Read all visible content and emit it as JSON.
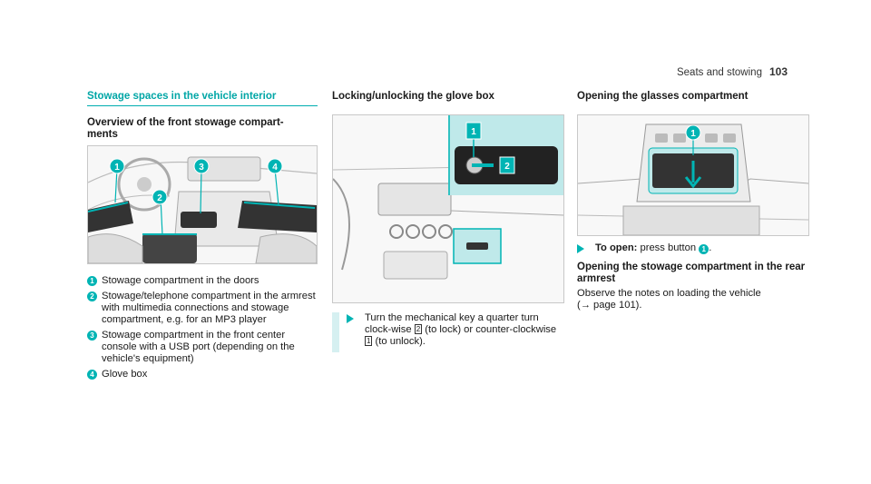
{
  "header": {
    "title": "Seats and stowing",
    "page": "103"
  },
  "col1": {
    "section_title": "Stowage spaces in the vehicle interior",
    "subtitle": "Overview of the front stowage compart-\nments",
    "items": [
      {
        "n": "1",
        "text": "Stowage compartment in the doors"
      },
      {
        "n": "2",
        "text": "Stowage/telephone compartment in the armrest with multimedia connections and stowage compartment, e.g. for an MP3 player"
      },
      {
        "n": "3",
        "text": "Stowage compartment in the front center console with a USB port (depending on the vehicle's equipment)"
      },
      {
        "n": "4",
        "text": "Glove box"
      }
    ]
  },
  "col2": {
    "subtitle": "Locking/unlocking the glove box",
    "callouts": [
      "1",
      "2"
    ],
    "step": {
      "p1": "Turn the mechanical key a quarter turn clock-wise ",
      "k2": "2",
      "p2": " (to lock) or counter-clockwise ",
      "k1": "1",
      "p3": " (to unlock)."
    }
  },
  "col3": {
    "subtitle": "Opening the glasses compartment",
    "callout": "1",
    "step": {
      "bold": "To open:",
      "text": " press button ",
      "n": "1",
      "end": "."
    },
    "subtitle2": "Opening the stowage compartment in the rear armrest",
    "note": "Observe the notes on loading the vehicle",
    "ref": "(→ page 101)."
  },
  "colors": {
    "accent": "#00b4b4",
    "highlight": "#bfe9ea"
  }
}
